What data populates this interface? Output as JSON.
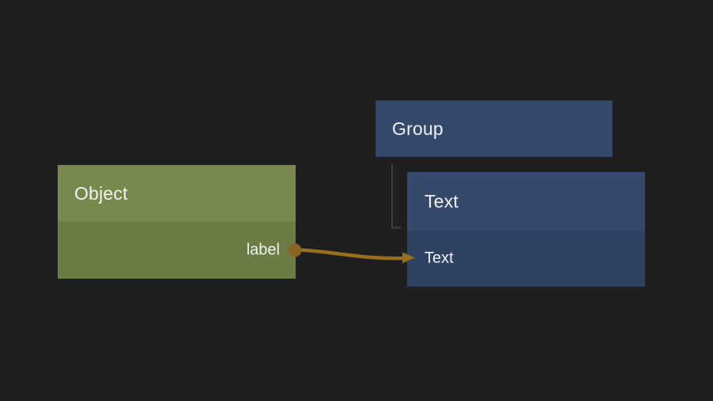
{
  "canvas": {
    "background_color": "#1f1f1f"
  },
  "colors": {
    "object_header": "#79894d",
    "object_body": "#6c7c42",
    "group_fill": "#35496a",
    "text_header": "#35496a",
    "text_body": "#2e4361",
    "connection": "#97701f",
    "port_dot": "#8a6424",
    "tree_line": "#3f3f3f",
    "label_text": "#f1f1f1"
  },
  "nodes": {
    "object": {
      "title": "Object",
      "output_port_label": "label"
    },
    "group": {
      "title": "Group"
    },
    "text": {
      "title": "Text",
      "rows": [
        {
          "label": "Text"
        }
      ]
    }
  },
  "links": {
    "connection": {
      "from_node": "Object",
      "from_port": "label",
      "to_node": "Text",
      "to_row": "Text"
    },
    "hierarchy": {
      "parent": "Group",
      "child": "Text"
    }
  }
}
